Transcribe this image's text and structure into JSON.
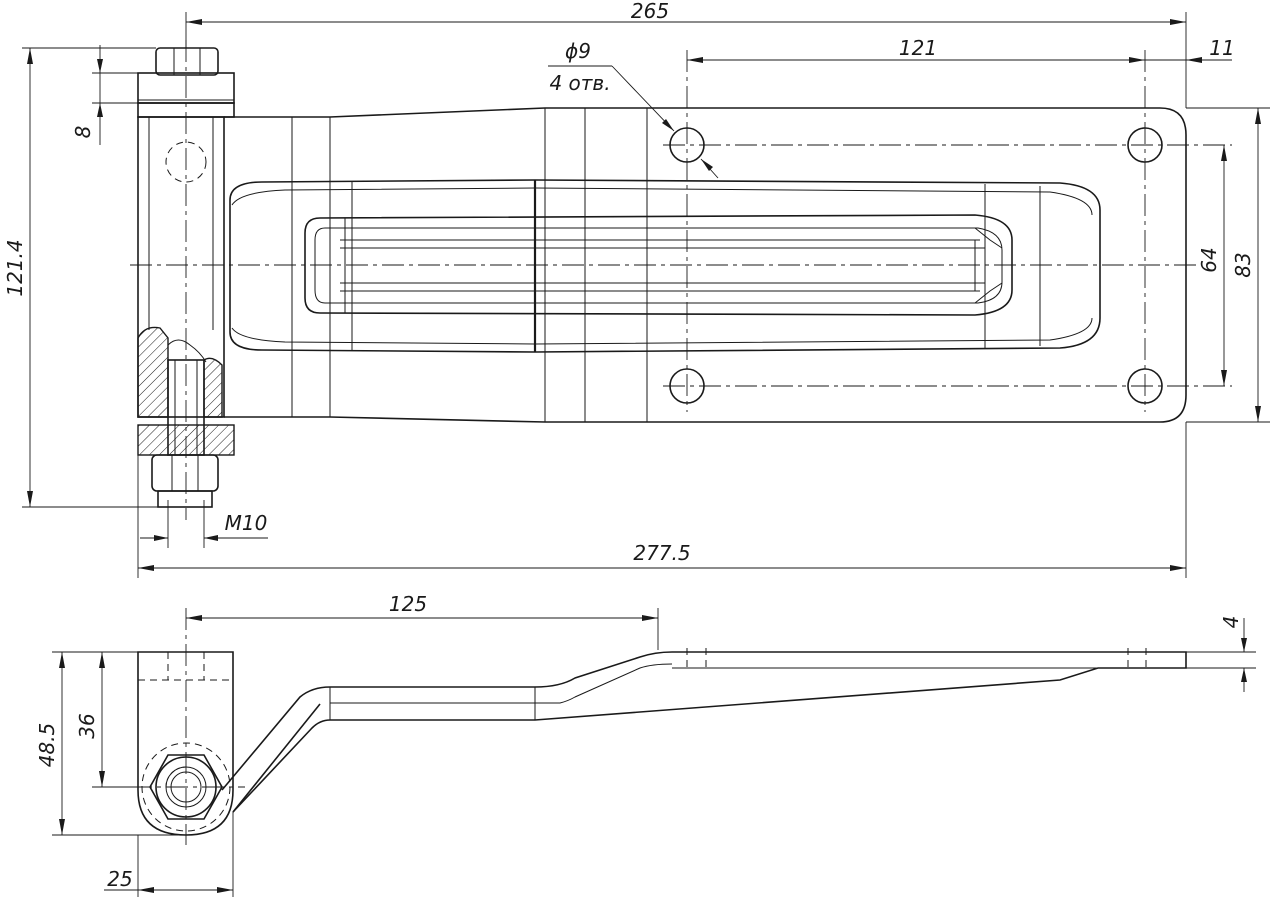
{
  "drawing": {
    "subject": "hinge",
    "views": [
      "top-view",
      "side-view"
    ],
    "dimensions": {
      "overall_length_265": "265",
      "hole_spacing_121": "121",
      "edge_offset_11": "11",
      "hole_diameter": "ϕ9",
      "hole_count": "4 отв.",
      "washer_thickness_8": "8",
      "overall_height_121_4": "121.4",
      "hole_spacing_64": "64",
      "plate_width_83": "83",
      "thread_m10": "M10",
      "overall_length_277_5": "277.5",
      "offset_125": "125",
      "plate_thickness_4": "4",
      "height_48_5": "48.5",
      "height_36": "36",
      "knuckle_width_25": "25"
    }
  }
}
